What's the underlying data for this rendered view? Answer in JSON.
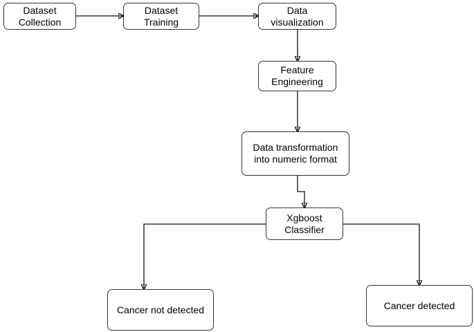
{
  "nodes": {
    "dataset_collection": "Dataset\nCollection",
    "dataset_training": "Dataset\nTraining",
    "data_visualization": "Data\nvisualization",
    "feature_engineering": "Feature\nEngineering",
    "data_transformation": "Data transformation\ninto numeric format",
    "xgboost_classifier": "Xgboost\nClassifier",
    "cancer_not_detected": "Cancer not detected",
    "cancer_detected": "Cancer detected"
  },
  "colors": {
    "stroke": "#333333",
    "background": "#ffffff",
    "text": "#000000"
  }
}
